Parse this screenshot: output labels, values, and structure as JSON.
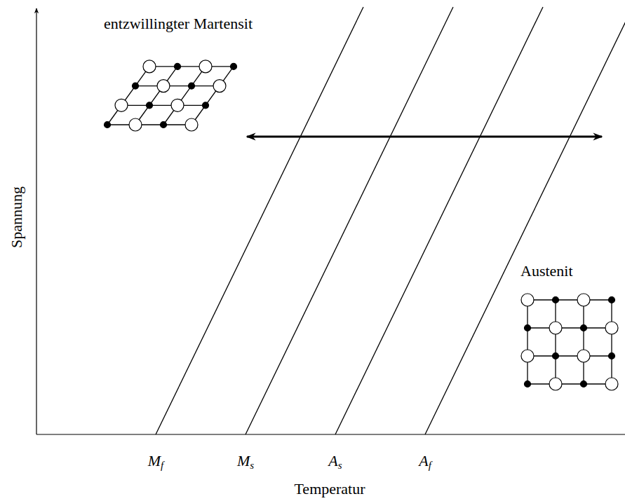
{
  "diagram": {
    "labels": [
      "entzwillingter Martensit",
      "Spannung",
      "Mf",
      "Ms",
      "As",
      "Af",
      "Temperatur",
      "Austenit"
    ]
  }
}
